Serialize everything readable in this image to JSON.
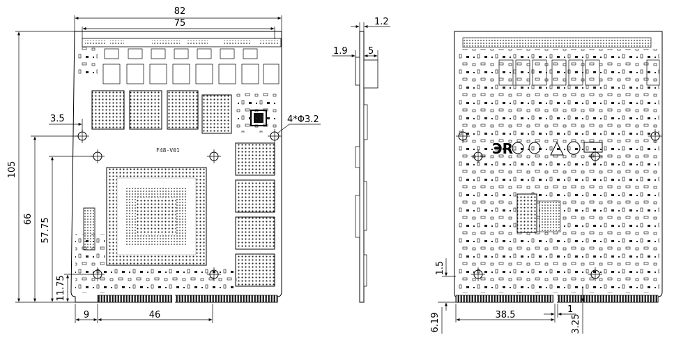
{
  "front_view": {
    "board_label": "F48-V01",
    "dims": {
      "overall_width": "82",
      "connector_span": "75",
      "height": "105",
      "hole_height_upper": "66",
      "hole_height_lower": "57.75",
      "hole_from_bottom": "11.75",
      "edge_left": "9",
      "edge_span": "46",
      "hole_offset_x": "3.5",
      "mount_holes": "4*Φ3.2"
    }
  },
  "side_view": {
    "dims": {
      "pcb_thickness": "1.2",
      "component_height_left": "1.9",
      "component_height_right": "5"
    }
  },
  "back_view": {
    "dims": {
      "edge_finger_height": "6.19",
      "key_offset": "38.5",
      "key_width": "1",
      "key_depth": "3.25",
      "hole_offset": "1.5"
    }
  }
}
